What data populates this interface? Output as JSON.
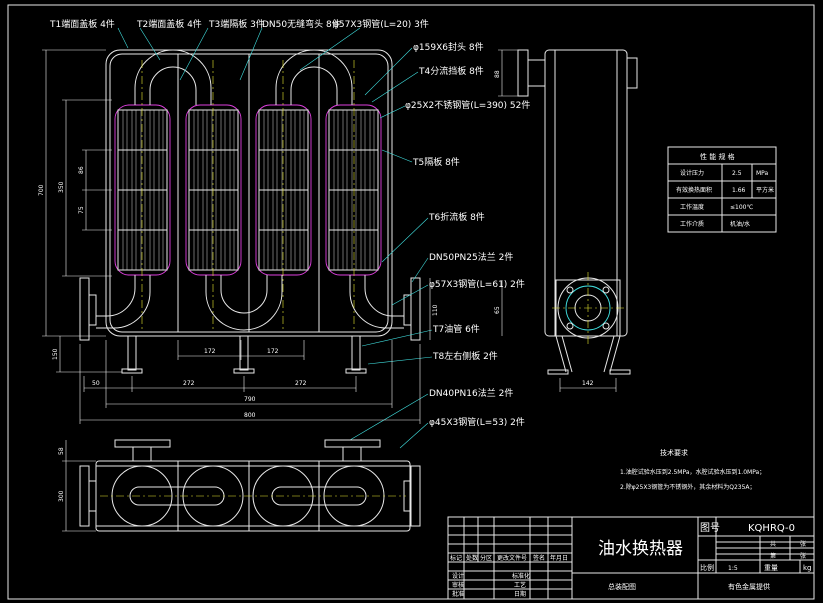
{
  "callouts": {
    "c1": "T1端面盖板 4件",
    "c2": "T2端面盖板 4件",
    "c3": "T3端隔板 3件",
    "c4": "DN50无缝弯头 8件",
    "c5": "φ57X3钢管(L=20) 3件",
    "c6": "φ159X6封头 8件",
    "c7": "T4分流挡板 8件",
    "c8": "φ25X2不锈钢管(L=390) 52件",
    "c9": "T5隔板 8件",
    "c10": "T6折流板 8件",
    "c11": "DN50PN25法兰 2件",
    "c12": "φ57X3钢管(L=61) 2件",
    "c13": "T7油管 6件",
    "c14": "T8左右侧板 2件",
    "c15": "DN40PN16法兰 2件",
    "c16": "φ45X3钢管(L=53) 2件"
  },
  "dims": {
    "d700": "700",
    "d350": "350",
    "d86": "86",
    "d75": "75",
    "d150": "150",
    "d110": "110",
    "d172a": "172",
    "d172b": "172",
    "d50": "50",
    "d272a": "272",
    "d272b": "272",
    "d790": "790",
    "d800": "800",
    "d300": "300",
    "d58": "58",
    "d142": "142",
    "d88": "88",
    "d65": "65"
  },
  "performance": {
    "title": "性 能 规 格",
    "rows": [
      {
        "label": "设计压力",
        "value": "2.5",
        "unit": "MPa"
      },
      {
        "label": "有效换热面积",
        "value": "1.66",
        "unit": "平方米"
      },
      {
        "label": "工作温度",
        "value": "≤100℃",
        "unit": ""
      },
      {
        "label": "工作介质",
        "value": "机油/水",
        "unit": ""
      }
    ]
  },
  "notes": {
    "title": "技术要求",
    "line1": "1.油腔试验水压到2.5MPa，水腔试验水压到1.0MPa；",
    "line2": "2.除φ25X3钢管为不锈钢外，其余材料为Q235A；"
  },
  "titleblock": {
    "drawing_name": "油水换热器",
    "drawing_no_label": "图号",
    "drawing_no": "KQHRQ-0",
    "scale_label": "比例",
    "scale": "1:5",
    "weight_label": "重量",
    "weight_unit": "kg",
    "assembly": "总装配图",
    "company": "有色金属提供",
    "sheet_label1": "共",
    "sheet_label2": "张",
    "sheet_label3": "第",
    "sheet_label4": "张",
    "rev_headers": [
      "标记",
      "处数",
      "分区",
      "更改文件号",
      "签名",
      "年月日"
    ],
    "roles": [
      {
        "a": "设计",
        "b": "标准化"
      },
      {
        "a": "审核",
        "b": "工艺"
      },
      {
        "a": "批准",
        "b": "日期"
      }
    ]
  }
}
